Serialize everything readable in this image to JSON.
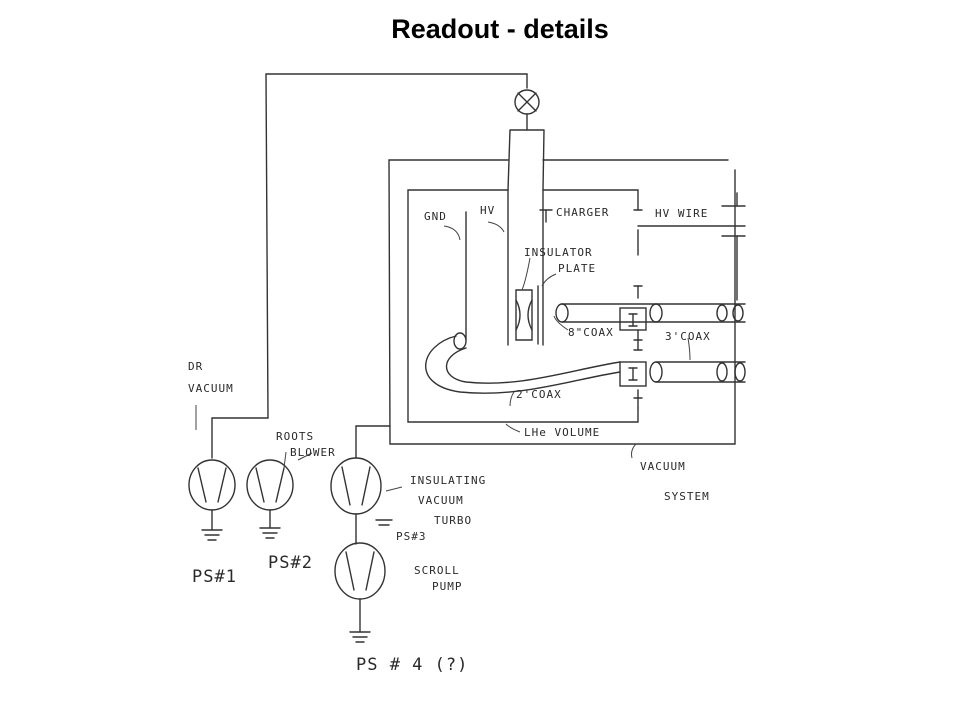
{
  "slide": {
    "title": "Readout - details"
  },
  "labels": {
    "gnd": "GND",
    "hv": "HV",
    "charger": "CHARGER",
    "hv_wire": "HV WIRE",
    "insulator": "INSULATOR",
    "plate": "PLATE",
    "coax_8": "8\"COAX",
    "coax_3": "3'COAX",
    "coax_2": "2'COAX",
    "lhe_volume": "LHe VOLUME",
    "vacuum_system_1": "VACUUM",
    "vacuum_system_2": "SYSTEM",
    "dr_vacuum_1": "DR",
    "dr_vacuum_2": "VACUUM",
    "roots_blower_1": "ROOTS",
    "roots_blower_2": "BLOWER",
    "insulating_1": "INSULATING",
    "insulating_2": "VACUUM",
    "insulating_3": "TURBO",
    "scroll_1": "SCROLL",
    "scroll_2": "PUMP",
    "ps1": "PS#1",
    "ps2": "PS#2",
    "ps3": "PS#3",
    "ps4": "PS # 4 (?)"
  }
}
